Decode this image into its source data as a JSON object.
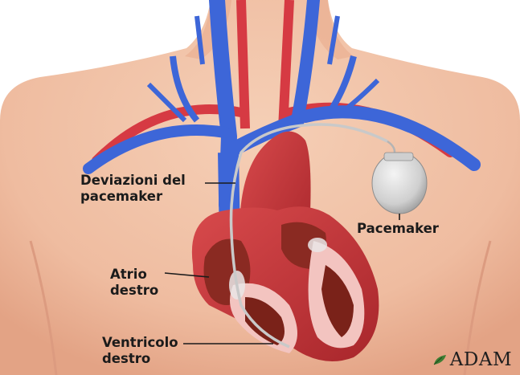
{
  "labels": {
    "leads": [
      "Deviazioni del",
      "pacemaker"
    ],
    "pacemaker": "Pacemaker",
    "right_atrium": [
      "Atrio",
      "destro"
    ],
    "right_ventricle": [
      "Ventricolo",
      "destro"
    ]
  },
  "logo": "ADAM",
  "colors": {
    "skin": "#f1c2a8",
    "skin_shadow": "#e2a085",
    "vein_blue": "#3d66d8",
    "artery_red": "#d63a43",
    "heart_red": "#c23338",
    "heart_dark": "#8a2a22",
    "device_gray": "#d9d9d9",
    "label_text": "#1b1b1b"
  }
}
